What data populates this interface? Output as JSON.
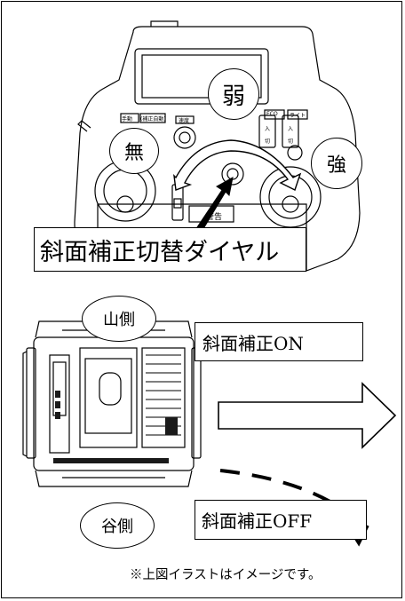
{
  "controller": {
    "weak_label": "弱",
    "none_label": "無",
    "strong_label": "強",
    "dial_caption": "斜面補正切替ダイヤル",
    "panel_texts": {
      "manual": "手動",
      "auto": "(補正自動)",
      "speed": "速度",
      "eco": "ECO",
      "light": "ライト",
      "on1": "入",
      "off1": "切",
      "on2": "入",
      "off2": "切",
      "warning": "警告"
    }
  },
  "slope": {
    "mountain_side": "山側",
    "valley_side": "谷側",
    "on_label": "斜面補正ON",
    "off_label": "斜面補正OFF"
  },
  "note": "※上図イラストはイメージです。",
  "colors": {
    "line": "#000000",
    "background": "#ffffff",
    "fill_dark": "#1a1a1a"
  }
}
